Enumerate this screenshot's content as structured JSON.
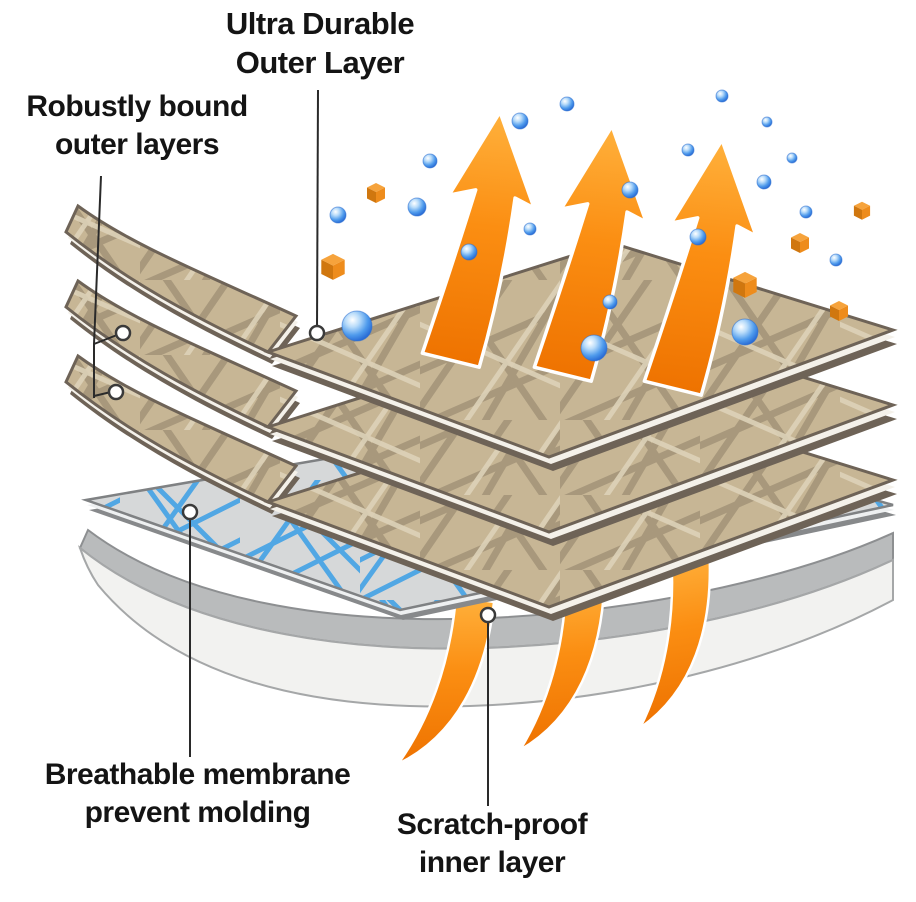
{
  "diagram": {
    "labels": {
      "outer_layer": "Ultra Durable\nOuter Layer",
      "bound_layers": "Robustly bound\nouter layers",
      "membrane": "Breathable membrane\nprevent molding",
      "inner_layer": "Scratch-proof\ninner layer"
    },
    "elements": {
      "fabric_layers": 3,
      "vapor_arrows_up": 3,
      "air_arrows_bottom": 3
    },
    "colors": {
      "fabric_tan": "#c7b695",
      "fabric_weave_line": "#9d8e74",
      "sheet_edge": "#6e6357",
      "mesh_blue": "#49a5e5",
      "mesh_base": "#d6d8d9",
      "inner_gray": "#b9bbbc",
      "inner_white": "#f2f2f0",
      "arrow_orange_dark": "#ee7200",
      "arrow_orange_light": "#ffb13c",
      "droplet_blue": "#1e5ecf",
      "particle_orange": "#ee8c1c",
      "background": "#ffffff"
    }
  }
}
